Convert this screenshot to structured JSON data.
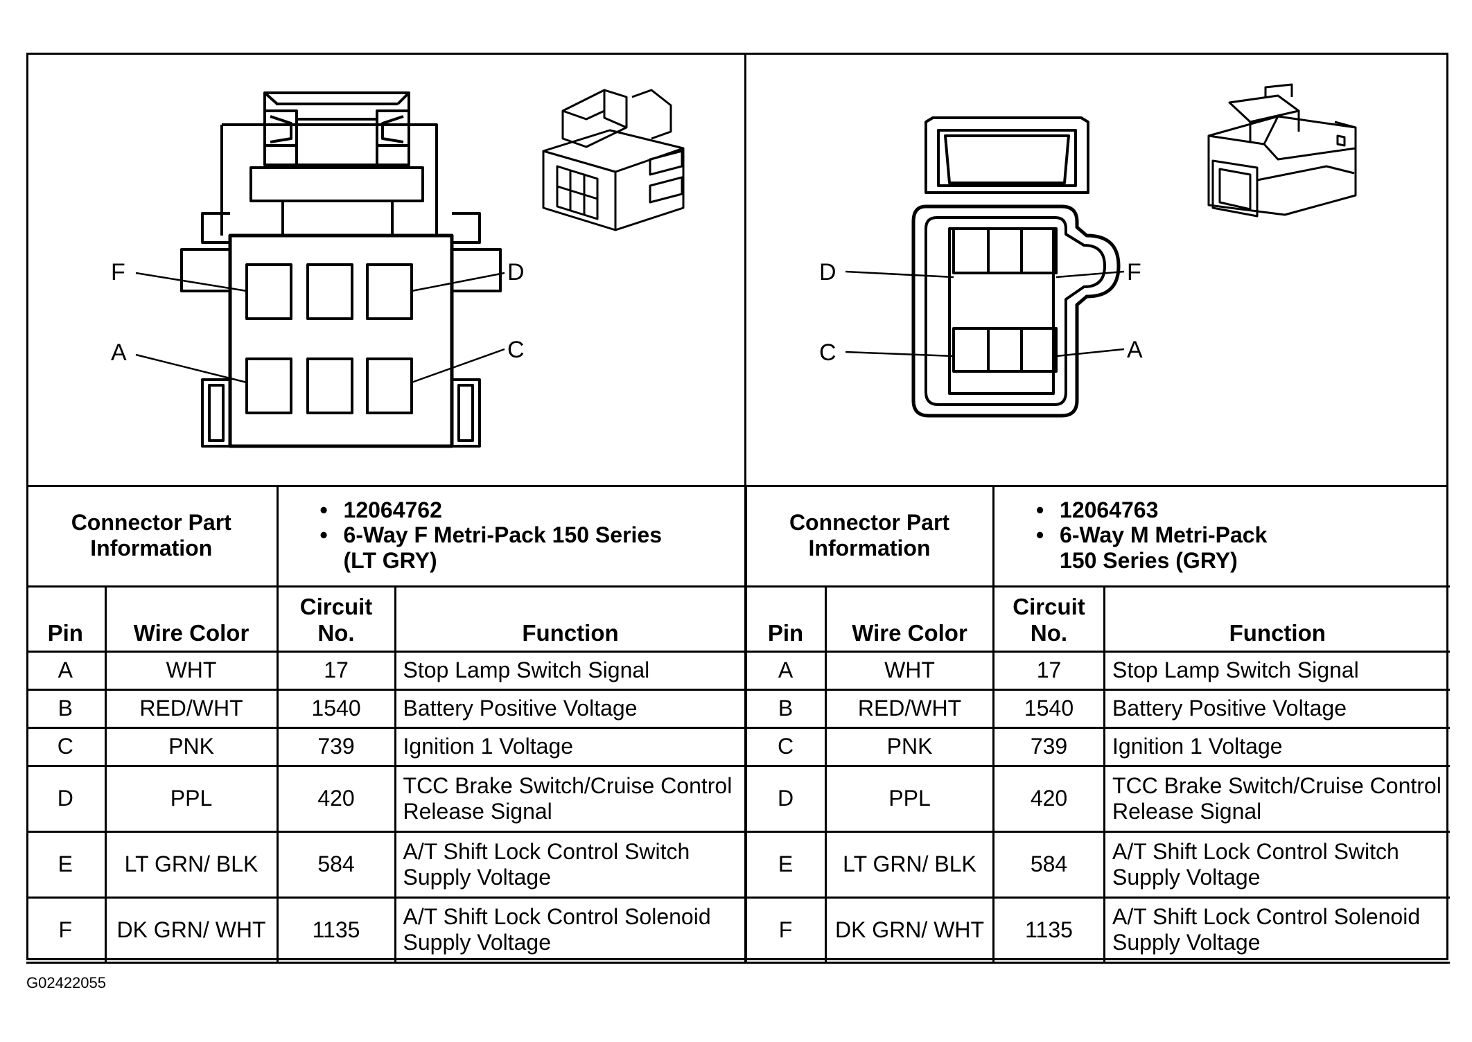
{
  "connectors": [
    {
      "id": "left",
      "pin_letters": {
        "F": "F",
        "D": "D",
        "A": "A",
        "C": "C"
      },
      "info_label": "Connector Part Information",
      "part_number": "12064762",
      "description_line1": "6-Way F Metri-Pack 150 Series",
      "description_line2": "(LT GRY)",
      "columns": {
        "pin": "Pin",
        "wire_color": "Wire Color",
        "circuit": "Circuit No.",
        "function": "Function"
      },
      "rows": [
        {
          "pin": "A",
          "wire": "WHT",
          "circuit": "17",
          "function": "Stop Lamp Switch Signal"
        },
        {
          "pin": "B",
          "wire": "RED/WHT",
          "circuit": "1540",
          "function": "Battery Positive Voltage"
        },
        {
          "pin": "C",
          "wire": "PNK",
          "circuit": "739",
          "function": "Ignition 1 Voltage"
        },
        {
          "pin": "D",
          "wire": "PPL",
          "circuit": "420",
          "function": "TCC Brake Switch/Cruise Control Release Signal"
        },
        {
          "pin": "E",
          "wire": "LT GRN/ BLK",
          "circuit": "584",
          "function": "A/T Shift Lock Control Switch Supply Voltage"
        },
        {
          "pin": "F",
          "wire": "DK GRN/ WHT",
          "circuit": "1135",
          "function": "A/T Shift Lock Control Solenoid Supply Voltage"
        }
      ]
    },
    {
      "id": "right",
      "pin_letters": {
        "D": "D",
        "F": "F",
        "C": "C",
        "A": "A"
      },
      "info_label": "Connector Part Information",
      "part_number": "12064763",
      "description_line1": "6-Way M Metri-Pack",
      "description_line2": "150 Series (GRY)",
      "columns": {
        "pin": "Pin",
        "wire_color": "Wire Color",
        "circuit": "Circuit No.",
        "function": "Function"
      },
      "rows": [
        {
          "pin": "A",
          "wire": "WHT",
          "circuit": "17",
          "function": "Stop Lamp Switch Signal"
        },
        {
          "pin": "B",
          "wire": "RED/WHT",
          "circuit": "1540",
          "function": "Battery Positive Voltage"
        },
        {
          "pin": "C",
          "wire": "PNK",
          "circuit": "739",
          "function": "Ignition 1 Voltage"
        },
        {
          "pin": "D",
          "wire": "PPL",
          "circuit": "420",
          "function": "TCC Brake Switch/Cruise Control Release Signal"
        },
        {
          "pin": "E",
          "wire": "LT GRN/ BLK",
          "circuit": "584",
          "function": "A/T Shift Lock Control Switch Supply Voltage"
        },
        {
          "pin": "F",
          "wire": "DK GRN/ WHT",
          "circuit": "1135",
          "function": "A/T Shift Lock Control Solenoid Supply Voltage"
        }
      ]
    }
  ],
  "figure_code": "G02422055"
}
